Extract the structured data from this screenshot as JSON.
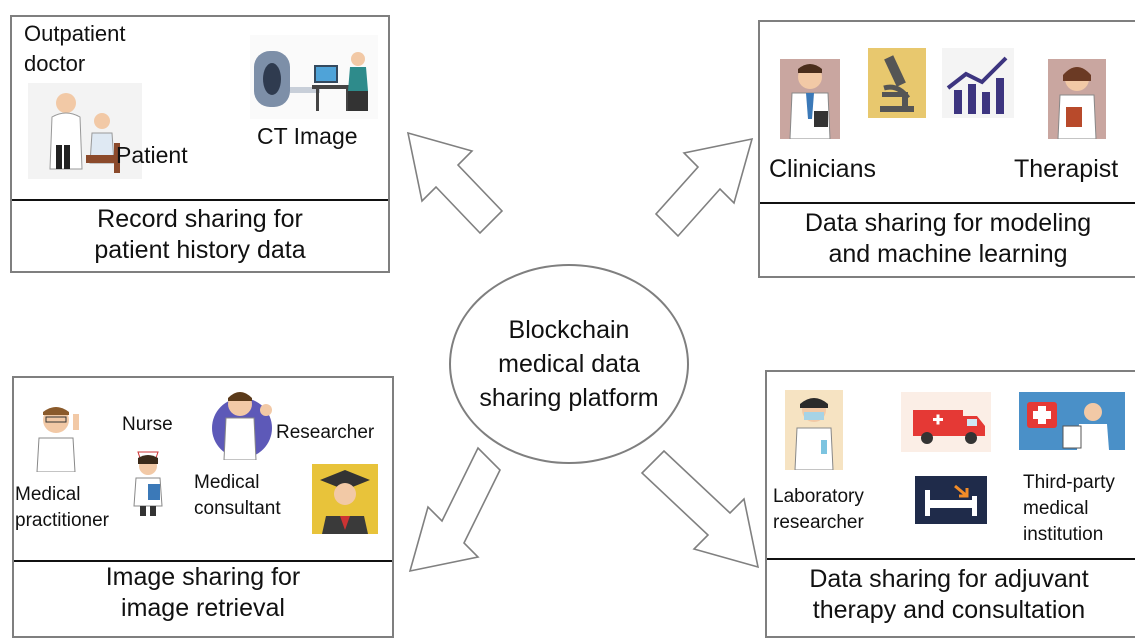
{
  "center": {
    "lines": [
      "Blockchain",
      "medical data",
      "sharing platform"
    ]
  },
  "panels": {
    "top_left": {
      "caption": [
        "Record sharing for",
        "patient history data"
      ],
      "labels": {
        "doctor": "Outpatient\ndoctor",
        "patient": "Patient",
        "ct": "CT Image"
      }
    },
    "top_right": {
      "caption": [
        "Data sharing for modeling",
        "and machine learning"
      ],
      "labels": {
        "clinicians": "Clinicians",
        "therapist": "Therapist"
      }
    },
    "bottom_left": {
      "caption": [
        "Image sharing for",
        "image retrieval"
      ],
      "labels": {
        "practitioner": "Medical\npractitioner",
        "nurse": "Nurse",
        "consultant": "Medical\nconsultant",
        "researcher": "Researcher"
      }
    },
    "bottom_right": {
      "caption": [
        "Data sharing for adjuvant",
        "therapy and consultation"
      ],
      "labels": {
        "lab": "Laboratory\nresearcher",
        "third_party": "Third-party\nmedical\ninstitution"
      }
    }
  },
  "colors": {
    "border": "#7f7f7f",
    "arrow_stroke": "#808080",
    "text": "#111111"
  },
  "icons": [
    "doctor-patient-icon",
    "ct-scanner-icon",
    "clinician-icon",
    "microscope-icon",
    "bar-chart-icon",
    "therapist-icon",
    "medical-practitioner-icon",
    "nurse-icon",
    "medical-consultant-icon",
    "graduate-researcher-icon",
    "laboratory-researcher-icon",
    "ambulance-icon",
    "hospital-bed-icon",
    "medical-institution-icon"
  ]
}
